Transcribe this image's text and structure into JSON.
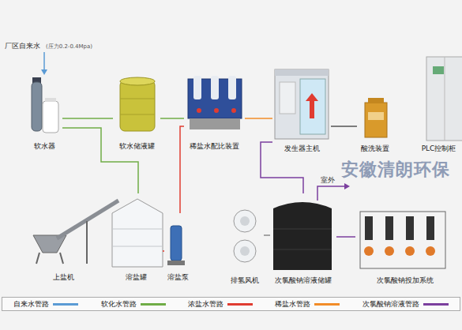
{
  "diagram": {
    "nodes": [
      {
        "text": [
          "软水器"
        ]
      },
      {
        "text": [
          "软水储液罐"
        ]
      },
      {
        "text": [
          "稀盐水配比装置"
        ]
      },
      {
        "text": [
          "发生器主机"
        ]
      },
      {
        "text": [
          "酸洗装置"
        ]
      },
      {
        "text": [
          "PLC控制柜"
        ]
      },
      {
        "text": [
          "上盐机"
        ]
      },
      {
        "text": [
          "溶盐罐"
        ]
      },
      {
        "text": [
          "溶盐泵"
        ]
      },
      {
        "text": [
          "排氢风机"
        ]
      },
      {
        "text": [
          "次氯酸钠溶液储罐"
        ]
      },
      {
        "text": [
          "次氯酸钠投加系统"
        ]
      }
    ],
    "edges": [
      {
        "from": 0,
        "to": 1,
        "arrow": "none"
      },
      {
        "from": 1,
        "to": 2,
        "arrow": "none"
      },
      {
        "from": 0,
        "to": 7,
        "arrow": "none"
      },
      {
        "from": 7,
        "to": 8,
        "arrow": "none"
      },
      {
        "from": 8,
        "to": 2,
        "arrow": "none"
      },
      {
        "from": 2,
        "to": 3,
        "arrow": "none"
      },
      {
        "from": 3,
        "to": 10,
        "arrow": "none"
      },
      {
        "from": 9,
        "to": 10,
        "arrow": "none"
      },
      {
        "from": 10,
        "to": 11,
        "arrow": "none"
      },
      {
        "from": 4,
        "to": 3,
        "arrow": "none"
      }
    ],
    "labels": [
      "厂区自来水",
      "(压力0.2-0.4Mpa)",
      "室外",
      "安徽清朗环保"
    ],
    "legend": [
      {
        "text": "自来水管路",
        "color": "#5b9bd5"
      },
      {
        "text": "软化水管路",
        "color": "#70ad47"
      },
      {
        "text": "浓盐水管路",
        "color": "#e03c31"
      },
      {
        "text": "稀盐水管路",
        "color": "#f28c28"
      },
      {
        "text": "次氯酸钠溶液管路",
        "color": "#7b3f9e"
      }
    ]
  }
}
